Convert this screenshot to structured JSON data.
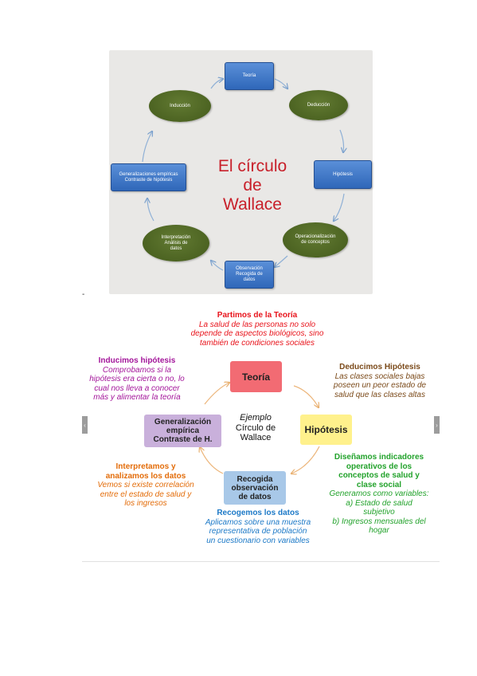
{
  "diagram1": {
    "title_line1": "El círculo",
    "title_line2": "de Wallace",
    "nodes": {
      "teoria": "Teoría",
      "deduccion": "Deducción",
      "hipotesis": "Hipótesis",
      "operacionalizacion_l1": "Operacionalización",
      "operacionalizacion_l2": "de conceptos",
      "observacion_l1": "Observación",
      "observacion_l2": "Recogida de",
      "observacion_l3": "datos",
      "interpretacion_l1": "Interpretación",
      "interpretacion_l2": "Análisis de",
      "interpretacion_l3": "datos",
      "generalizaciones_l1": "Generalizaciones empíricas",
      "generalizaciones_l2": "Contraste de hipótesis",
      "induccion": "Inducción"
    }
  },
  "separator_text": "-",
  "diagram2": {
    "center": {
      "l1": "Ejemplo",
      "l2": "Círculo de",
      "l3": "Wallace"
    },
    "boxes": {
      "teoria": "Teoría",
      "hipotesis": "Hipótesis",
      "recogida_l1": "Recogida",
      "recogida_l2": "observación",
      "recogida_l3": "de datos",
      "general_l1": "Generalización",
      "general_l2": "empírica",
      "general_l3": "Contraste de H."
    },
    "texts": {
      "partimos": {
        "h": "Partimos de la Teoría",
        "b": [
          "La salud de las personas no solo",
          "depende de aspectos biológicos, sino",
          "también de condiciones sociales"
        ]
      },
      "deducimos": {
        "h": "Deducimos Hipótesis",
        "b": [
          "Las clases sociales bajas",
          "poseen un peor estado de",
          "salud que las clases altas"
        ]
      },
      "disenamos": {
        "h": [
          "Diseñamos indicadores",
          "operativos de los",
          "conceptos de salud y",
          "clase social"
        ],
        "b": [
          "Generamos como variables:",
          "a)  Estado de  salud",
          "subjetivo",
          "b)  Ingresos mensuales del",
          "hogar"
        ]
      },
      "recogemos": {
        "h": "Recogemos los datos",
        "b": [
          "Aplicamos sobre una muestra",
          "representativa de población",
          "un cuestionario con variables"
        ]
      },
      "interpretamos": {
        "h": [
          "Interpretamos y",
          "analizamos los datos"
        ],
        "b": [
          "Vemos si existe correlación",
          "entre el estado de salud y",
          "los ingresos"
        ]
      },
      "inducimos": {
        "h": "Inducimos hipótesis",
        "b": [
          "Comprobamos si la",
          "hipótesis era cierta o no, lo",
          "cual nos lleva a conocer",
          "más y alimentar la teoría"
        ]
      }
    },
    "nav": {
      "prev": "‹",
      "next": "›"
    }
  },
  "colors": {
    "red": "#e8141c",
    "brown": "#7b4a1a",
    "green": "#22a22b",
    "blue": "#1c79c7",
    "orange": "#e36c09",
    "purple": "#a3159a",
    "teoria_box": "#f26b73",
    "hipotesis_box": "#fff18c",
    "recogida_box": "#a8c8e8",
    "general_box": "#c9b0db"
  }
}
